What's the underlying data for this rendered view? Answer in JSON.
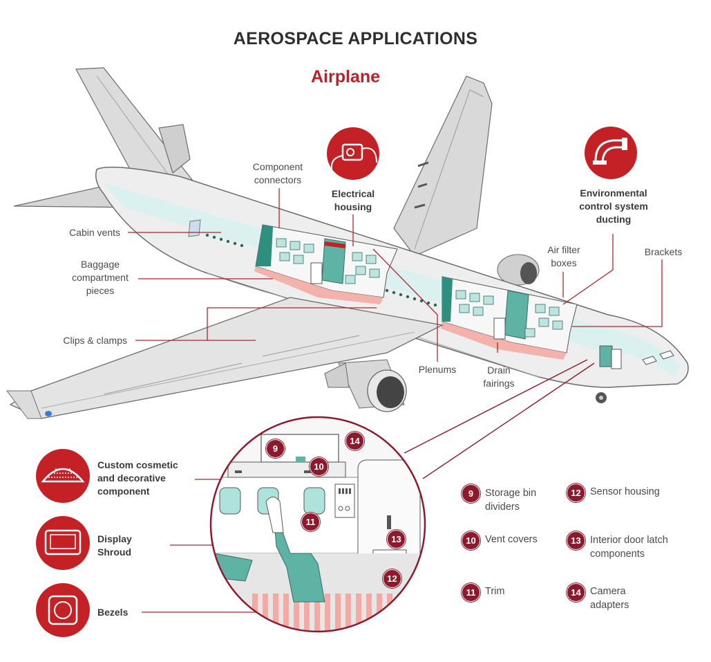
{
  "header": {
    "title": "AEROSPACE APPLICATIONS",
    "subtitle": "Airplane"
  },
  "callouts": {
    "component_connectors": "Component\nconnectors",
    "electrical_housing": "Electrical\nhousing",
    "ecs_ducting": "Environmental\ncontrol system\nducting",
    "cabin_vents": "Cabin vents",
    "baggage": "Baggage\ncompartment\npieces",
    "clips": "Clips & clamps",
    "plenums": "Plenums",
    "drain_fairings": "Drain\nfairings",
    "air_filter": "Air filter\nboxes",
    "brackets": "Brackets"
  },
  "side_items": {
    "cosmetic": "Custom cosmetic\nand decorative\ncomponent",
    "display": "Display\nShroud",
    "bezels": "Bezels"
  },
  "detail_markers": {
    "m9": "9",
    "m10": "10",
    "m11": "11",
    "m12": "12",
    "m13": "13",
    "m14": "14"
  },
  "legend": [
    {
      "num": "9",
      "label": "Storage bin\ndividers"
    },
    {
      "num": "10",
      "label": "Vent covers"
    },
    {
      "num": "11",
      "label": "Trim"
    },
    {
      "num": "12",
      "label": "Sensor housing"
    },
    {
      "num": "13",
      "label": "Interior door latch\ncomponents"
    },
    {
      "num": "14",
      "label": "Camera\nadapters"
    }
  ],
  "colors": {
    "accent_red": "#c42127",
    "marker_maroon": "#8d1a2c",
    "teal": "#5fb3a5",
    "fuselage_grey": "#e3e3e3"
  }
}
